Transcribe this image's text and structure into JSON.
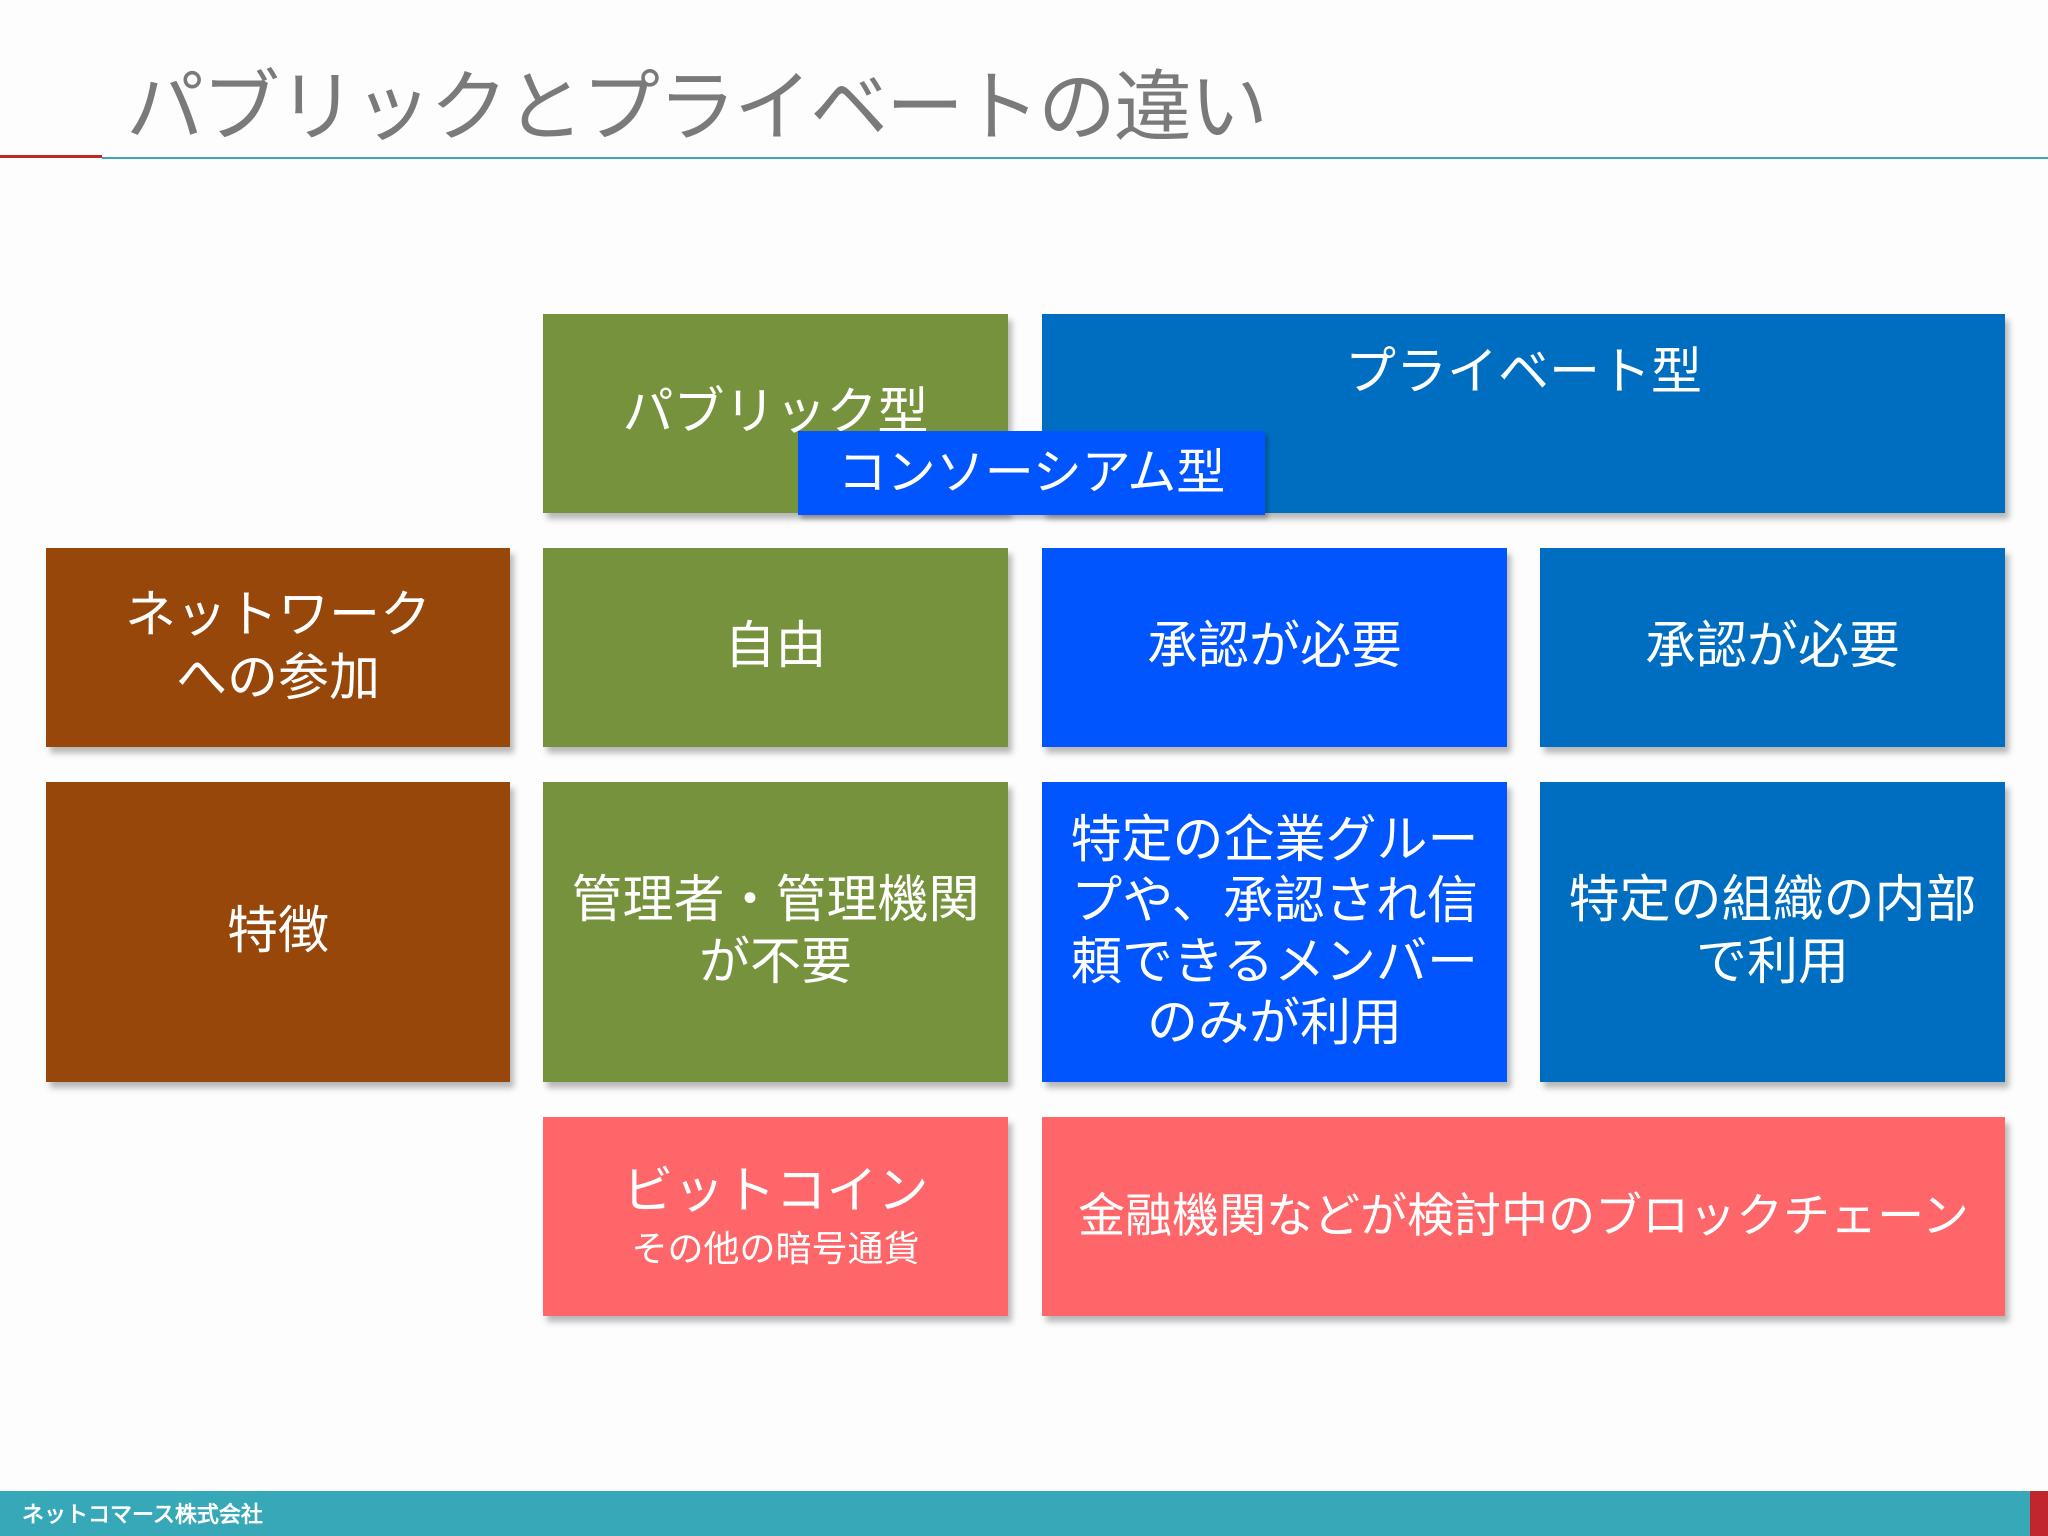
{
  "title": "パブリックとプライベートの違い",
  "columns": {
    "public": "パブリック型",
    "private": "プライベート型",
    "consortium": "コンソーシアム型"
  },
  "rows": {
    "participation": {
      "label_line1": "ネットワーク",
      "label_line2": "への参加",
      "public": "自由",
      "consortium": "承認が必要",
      "private": "承認が必要"
    },
    "features": {
      "label": "特徴",
      "public_line1": "管理者・管理機関",
      "public_line2": "が不要",
      "consortium_lines": [
        "特定の企業グルー",
        "プや、承認され信",
        "頼できるメンバー",
        "のみが利用"
      ],
      "private_line1": "特定の組織の内部",
      "private_line2": "で利用"
    },
    "examples": {
      "public_main": "ビットコイン",
      "public_sub": "その他の暗号通貨",
      "private": "金融機関などが検討中のブロックチェーン"
    }
  },
  "footer": "ネットコマース株式会社",
  "colors": {
    "row_label": "#97470a",
    "public": "#77923d",
    "consortium": "#0055ff",
    "private": "#006ec0",
    "examples": "#fe6669",
    "footer": "#36a8b8"
  }
}
